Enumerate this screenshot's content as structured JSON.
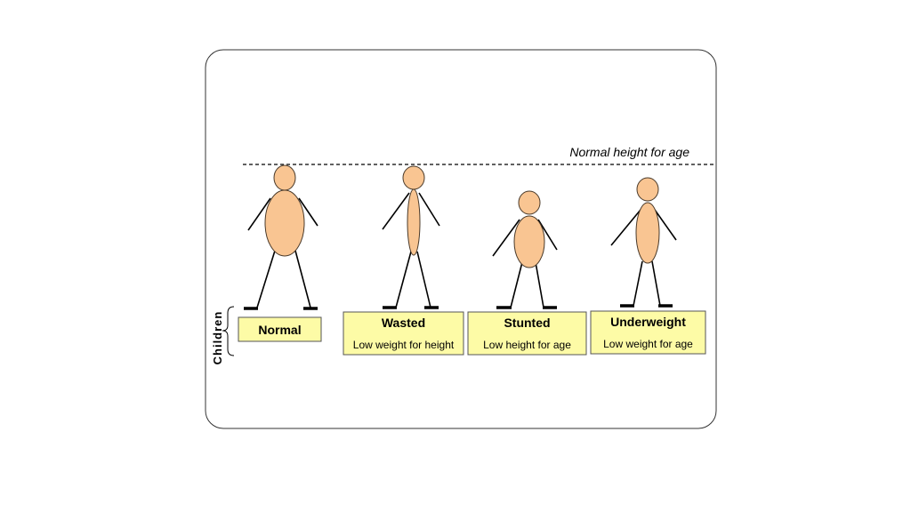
{
  "reference_line": {
    "label": "Normal height for age"
  },
  "group_label": "Children",
  "figures": [
    {
      "id": "normal",
      "title": "Normal",
      "subtitle": ""
    },
    {
      "id": "wasted",
      "title": "Wasted",
      "subtitle": "Low weight for height"
    },
    {
      "id": "stunted",
      "title": "Stunted",
      "subtitle": "Low height for age"
    },
    {
      "id": "underweight",
      "title": "Underweight",
      "subtitle": "Low weight for age"
    }
  ],
  "colors": {
    "body_fill": "#f9c592",
    "label_fill": "#fdfba6",
    "frame_stroke": "#333333"
  }
}
